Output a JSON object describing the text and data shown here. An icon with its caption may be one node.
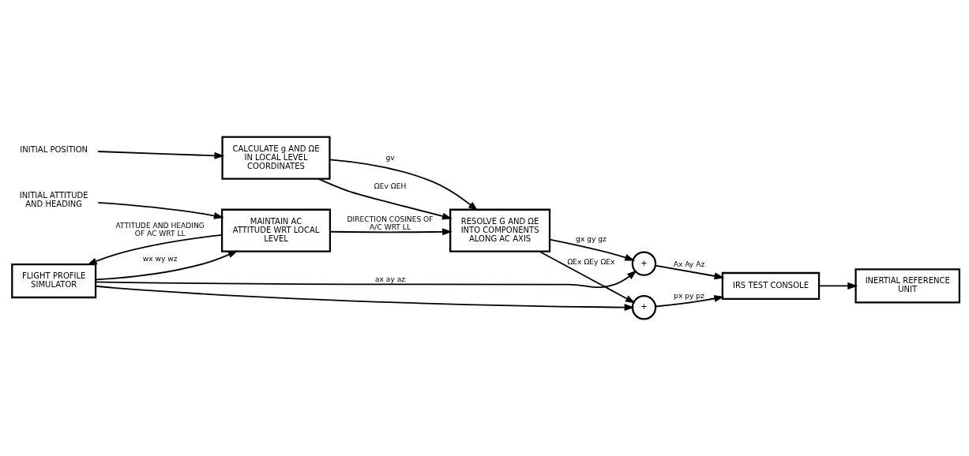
{
  "diagram": {
    "nodes": [
      {
        "text": [
          "FLIGHT PROFILE SIMULATOR"
        ]
      },
      {
        "text": [
          "MAINTAIN AC ATTITUDE WRT LOCAL LEVEL"
        ]
      },
      {
        "text": [
          "CALCULATE g AND ΩE IN LOCAL LEVEL COORDINATES"
        ]
      },
      {
        "text": [
          "RESOLVE G AND ΩE INTO COMPONENTS ALONG AC AXIS"
        ]
      },
      {
        "text": [
          "INERTIAL REFERENCE UNIT"
        ]
      },
      {
        "text": [
          "IRS TEST CONSOLE"
        ]
      },
      {
        "text": [
          "+"
        ]
      },
      {
        "text": [
          "+"
        ]
      },
      {
        "text": [
          "INITIAL ATTITUDE AND HEADING"
        ]
      },
      {
        "text": [
          "INITIAL POSITION"
        ]
      }
    ],
    "edges": [
      {
        "from": 9,
        "to": 2,
        "arrow": "to"
      },
      {
        "from": 8,
        "to": 1,
        "arrow": "to"
      },
      {
        "from": 0,
        "to": 1,
        "arrow": "to",
        "label": "wx wy wz"
      },
      {
        "from": 1,
        "to": 3,
        "arrow": "to",
        "label": "DIRECTION COSINES OF A/C WRT LL"
      },
      {
        "from": 2,
        "to": 3,
        "arrow": "to",
        "label": "gv"
      },
      {
        "from": 2,
        "to": 3,
        "arrow": "to",
        "label": "ΩEv ΩEH"
      },
      {
        "from": 1,
        "to": 0,
        "arrow": "to",
        "label": "ATTITUDE AND HEADING OF AC WRT LL"
      },
      {
        "from": 0,
        "to": 6,
        "arrow": "to"
      },
      {
        "from": 3,
        "to": 7,
        "arrow": "to",
        "label": "gx gy gz"
      },
      {
        "from": 3,
        "to": 6,
        "arrow": "to",
        "label": "ΩEx ΩEy ΩEx"
      },
      {
        "from": 0,
        "to": 7,
        "arrow": "to",
        "label": "ax ay az"
      },
      {
        "from": 6,
        "to": 5,
        "arrow": "to",
        "label": "px py pz"
      },
      {
        "from": 7,
        "to": 5,
        "arrow": "to",
        "label": "Ax Ay Az"
      },
      {
        "from": 5,
        "to": 4,
        "arrow": "to"
      }
    ]
  }
}
